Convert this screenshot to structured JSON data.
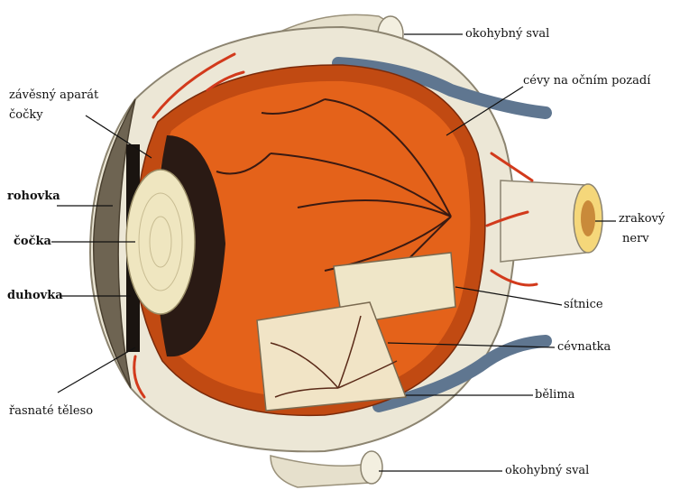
{
  "labels": {
    "zavesny_aparat_line1": "závěsný aparát",
    "zavesny_aparat_line2": "čočky",
    "rohovka": "rohovka",
    "cocka": "čočka",
    "duhovka": "duhovka",
    "rasnate_teleso": "řasnaté těleso",
    "okohybny_sval_top": "okohybný sval",
    "cevy": "cévy na očním pozadí",
    "zrakovy_line1": "zrakový",
    "zrakovy_line2": "nerv",
    "sitnice": "sítnice",
    "cevnatka": "cévnatka",
    "belima": "bělima",
    "okohybny_sval_bottom": "okohybný sval"
  },
  "colors": {
    "background": "#ffffff",
    "sclera": "#ece7d6",
    "interior": "#e4621a",
    "interior_dark": "#b8430e",
    "vessel_red": "#d23a1c",
    "vessel_dark": "#3a1a12",
    "vein_blue": "#5f7690",
    "lens": "#efe6c0",
    "ciliary": "#2a1a14",
    "leader": "#111111"
  },
  "icons": {
    "main_figure": "eye-cross-section-illustration"
  }
}
